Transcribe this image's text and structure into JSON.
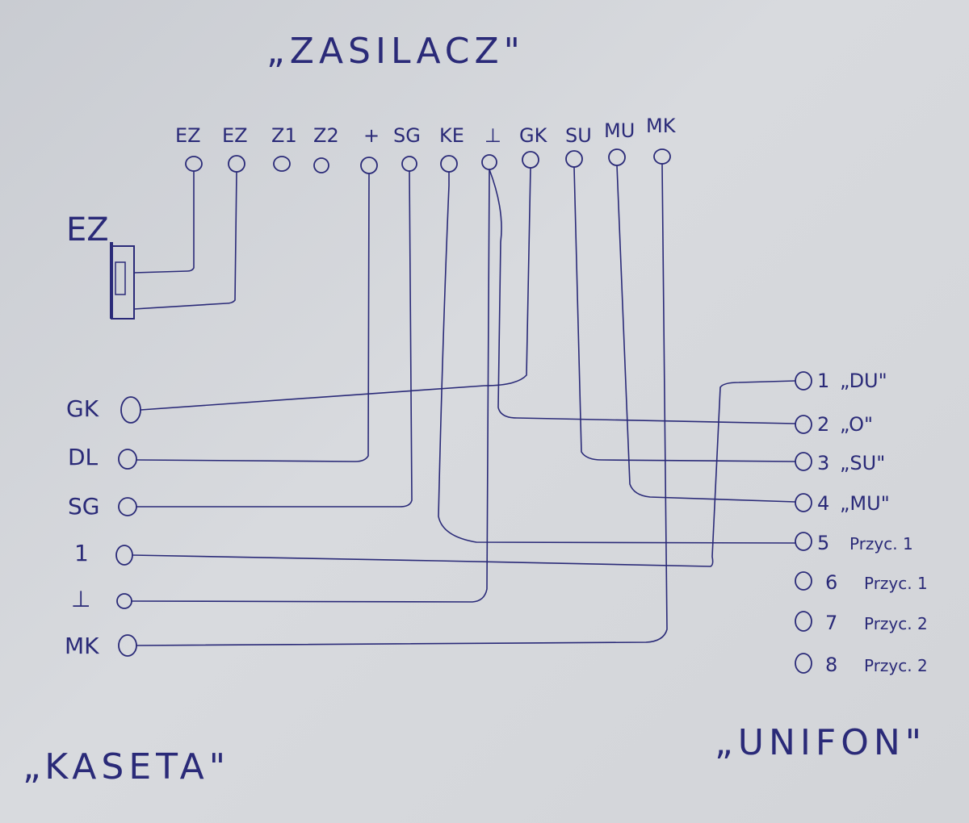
{
  "colors": {
    "ink": "#2a2a78",
    "paper": "#d4d6da"
  },
  "zasilacz": {
    "title": "„ZASILACZ\"",
    "terminals": [
      "EZ",
      "EZ",
      "Z1",
      "Z2",
      "+",
      "SG",
      "KE",
      "⊥",
      "GK",
      "SU",
      "MU",
      "MK"
    ]
  },
  "ez_block": {
    "label": "EZ"
  },
  "kaseta": {
    "title": "„KASETA\"",
    "terminals": [
      "GK",
      "DL",
      "SG",
      "1",
      "⊥",
      "MK"
    ]
  },
  "unifon": {
    "title": "„UNIFON\"",
    "terminals": [
      {
        "num": "1",
        "label": "„DU\""
      },
      {
        "num": "2",
        "label": "„O\""
      },
      {
        "num": "3",
        "label": "„SU\""
      },
      {
        "num": "4",
        "label": "„MU\""
      },
      {
        "num": "5",
        "label": "Przyc. 1"
      },
      {
        "num": "6",
        "label": "Przyc. 1"
      },
      {
        "num": "7",
        "label": "Przyc. 2"
      },
      {
        "num": "8",
        "label": "Przyc. 2"
      }
    ]
  }
}
